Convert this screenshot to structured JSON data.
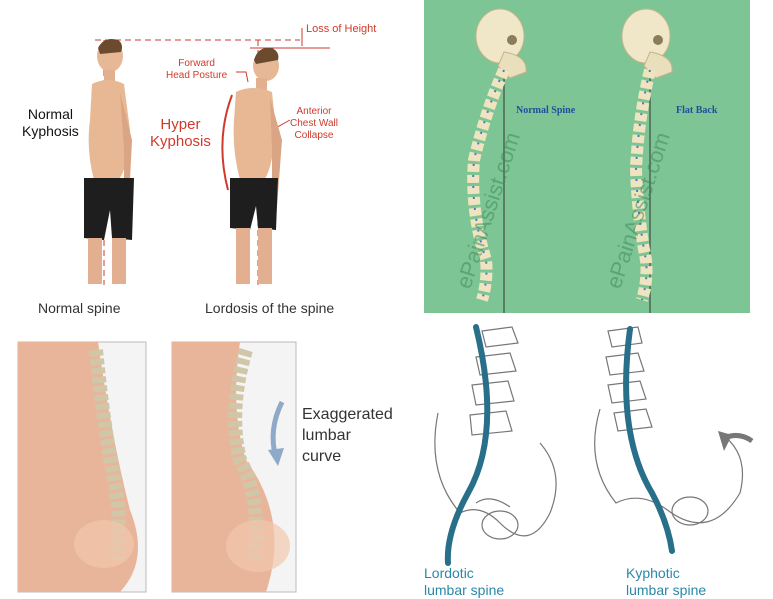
{
  "panels": {
    "kyphosis": {
      "label_normal": "Normal",
      "label_kyphosis": "Kyphosis",
      "loss_of_height": "Loss of Height",
      "forward_head_1": "Forward",
      "forward_head_2": "Head Posture",
      "hyper_1": "Hyper",
      "hyper_2": "Kyphosis",
      "anterior_1": "Anterior",
      "anterior_2": "Chest Wall",
      "anterior_3": "Collapse"
    },
    "flat_back": {
      "normal_spine": "Normal Spine",
      "flat_back": "Flat Back",
      "watermark": "ePainAssist.com"
    },
    "lordosis": {
      "normal_spine": "Normal spine",
      "lordosis_title": "Lordosis of the spine",
      "exaggerated_1": "Exaggerated",
      "exaggerated_2": "lumbar",
      "exaggerated_3": "curve"
    },
    "lumbar": {
      "lordotic_1": "Lordotic",
      "lordotic_2": "lumbar spine",
      "kyphotic_1": "Kyphotic",
      "kyphotic_2": "lumbar spine"
    }
  },
  "colors": {
    "red_annotation": "#d03a2c",
    "green_background": "#7ec596",
    "spine_blue": "#2a6f8a",
    "label_blue": "#2a88a8"
  }
}
